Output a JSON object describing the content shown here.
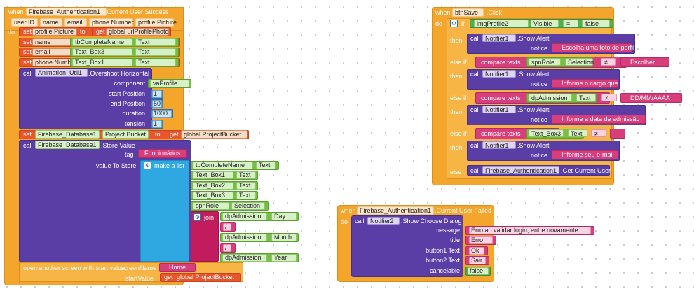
{
  "b1": {
    "when": "when",
    "comp": "Firebase_Authentication1",
    "event": ".Current User Success",
    "params": [
      "user ID",
      "name",
      "email",
      "phone Number",
      "profile Picture"
    ],
    "do": "do",
    "set": "set",
    "to": "to",
    "get": "get",
    "call": "call",
    "sets": [
      {
        "var": "profile Picture",
        "val_kind": "get",
        "val": "global urlProfilePhoto"
      },
      {
        "var": "name",
        "comp": "tbCompleteName",
        "prop": "Text"
      },
      {
        "var": "email",
        "comp": "Text_Box3",
        "prop": "Text"
      },
      {
        "var": "phone Number",
        "comp": "Text_Box1",
        "prop": "Text"
      }
    ],
    "anim": {
      "comp": "Animation_Util1",
      "method": ".Overshoot Horizontal",
      "args": [
        {
          "label": "component",
          "val": "vaProfile"
        },
        {
          "label": "start Position",
          "val": "1"
        },
        {
          "label": "end Position",
          "val": "50"
        },
        {
          "label": "duration",
          "val": "1000"
        },
        {
          "label": "tension",
          "val": "1"
        }
      ]
    },
    "setdb": {
      "comp": "Firebase_Database1",
      "prop": "Project Bucket",
      "val": "global ProjectBucket"
    },
    "store": {
      "comp": "Firebase_Database1",
      "method": ".Store Value",
      "tag_label": "tag",
      "tag": "Funcionários",
      "value_label": "value To Store",
      "make_list": "make a list",
      "items": [
        {
          "comp": "tbCompleteName",
          "prop": "Text"
        },
        {
          "comp": "Text_Box1",
          "prop": "Text"
        },
        {
          "comp": "Text_Box2",
          "prop": "Text"
        },
        {
          "comp": "Text_Box3",
          "prop": "Text"
        },
        {
          "comp": "spnRole",
          "prop": "Selection"
        }
      ],
      "join": "join",
      "join_items": [
        {
          "comp": "dpAdmission",
          "prop": "Day"
        },
        {
          "text": "/"
        },
        {
          "comp": "dpAdmission",
          "prop": "Month"
        },
        {
          "text": "/"
        },
        {
          "comp": "dpAdmission",
          "prop": "Year"
        }
      ]
    },
    "open": {
      "label": "open another screen with start value",
      "screen_label": "screenName",
      "screen": "Home",
      "start_label": "startValue",
      "start": "global ProjectBucket"
    }
  },
  "b2": {
    "when": "when",
    "comp": "btnSave",
    "event": ".Click",
    "do": "do",
    "if": "if",
    "then": "then",
    "else_if": "else if",
    "else": "else",
    "cond1": {
      "comp": "imgProfile2",
      "prop": "Visible",
      "op": "=",
      "val": "false"
    },
    "alert_comp": "Notifier1",
    "alert_method": ".Show Alert",
    "notice": "notice",
    "compare": "compare texts",
    "neq": "≠",
    "alerts": [
      "Escolha uma foto de perfil",
      "Informe o cargo que ocupa",
      "Informe a data de admissão",
      "Informe seu e-mail"
    ],
    "conds": [
      {
        "comp": "spnRole",
        "prop": "Selection",
        "val": "Escolher..."
      },
      {
        "comp": "dpAdmission",
        "prop": "Text",
        "val": "DD/MM/AAAA"
      },
      {
        "comp": "Text_Box3",
        "prop": "Text",
        "val": ""
      }
    ],
    "else_call": {
      "comp": "Firebase_Authentication1",
      "method": ".Get Current User"
    }
  },
  "b3": {
    "when": "when",
    "comp": "Firebase_Authentication1",
    "event": ".Current User Failed",
    "do": "do",
    "call": "call",
    "notifier": "Notifier2",
    "method": ".Show Choose Dialog",
    "args": [
      {
        "label": "message",
        "val": "Erro ao validar login, entre novamente."
      },
      {
        "label": "title",
        "val": "Erro"
      },
      {
        "label": "button1 Text",
        "val": "Ok"
      },
      {
        "label": "button2 Text",
        "val": "Sair"
      },
      {
        "label": "cancelable",
        "val": "false"
      }
    ]
  }
}
